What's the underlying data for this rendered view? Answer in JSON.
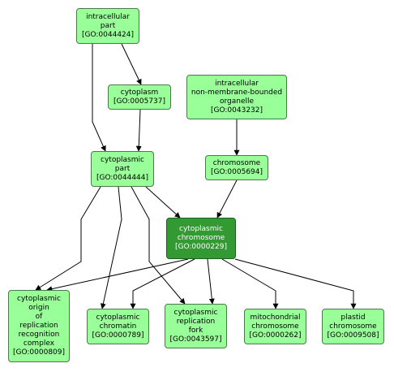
{
  "colors": {
    "node_fill": "#99ff99",
    "focus_fill": "#339933",
    "edge": "#000000"
  },
  "nodes": [
    {
      "id": "n0044424",
      "lines": [
        "intracellular",
        "part",
        "[GO:0044424]"
      ]
    },
    {
      "id": "n0005737",
      "lines": [
        "cytoplasm",
        "[GO:0005737]"
      ]
    },
    {
      "id": "n0043232",
      "lines": [
        "intracellular",
        "non-membrane-bounded",
        "organelle",
        "[GO:0043232]"
      ]
    },
    {
      "id": "n0044444",
      "lines": [
        "cytoplasmic",
        "part",
        "[GO:0044444]"
      ]
    },
    {
      "id": "n0005694",
      "lines": [
        "chromosome",
        "[GO:0005694]"
      ]
    },
    {
      "id": "n0000229",
      "lines": [
        "cytoplasmic",
        "chromosome",
        "[GO:0000229]"
      ],
      "focus": true
    },
    {
      "id": "n0000809",
      "lines": [
        "cytoplasmic",
        "origin",
        "of",
        "replication",
        "recognition",
        "complex",
        "[GO:0000809]"
      ]
    },
    {
      "id": "n0000789",
      "lines": [
        "cytoplasmic",
        "chromatin",
        "[GO:0000789]"
      ]
    },
    {
      "id": "n0043597",
      "lines": [
        "cytoplasmic",
        "replication",
        "fork",
        "[GO:0043597]"
      ]
    },
    {
      "id": "n0000262",
      "lines": [
        "mitochondrial",
        "chromosome",
        "[GO:0000262]"
      ]
    },
    {
      "id": "n0009508",
      "lines": [
        "plastid",
        "chromosome",
        "[GO:0009508]"
      ]
    }
  ],
  "edges": [
    {
      "from": "n0044424",
      "to": "n0005737"
    },
    {
      "from": "n0044424",
      "to": "n0044444"
    },
    {
      "from": "n0005737",
      "to": "n0044444"
    },
    {
      "from": "n0043232",
      "to": "n0005694"
    },
    {
      "from": "n0044444",
      "to": "n0000229"
    },
    {
      "from": "n0005694",
      "to": "n0000229"
    },
    {
      "from": "n0044444",
      "to": "n0000809"
    },
    {
      "from": "n0044444",
      "to": "n0000789"
    },
    {
      "from": "n0044444",
      "to": "n0043597"
    },
    {
      "from": "n0000229",
      "to": "n0000809"
    },
    {
      "from": "n0000229",
      "to": "n0000789"
    },
    {
      "from": "n0000229",
      "to": "n0043597"
    },
    {
      "from": "n0000229",
      "to": "n0000262"
    },
    {
      "from": "n0000229",
      "to": "n0009508"
    }
  ]
}
